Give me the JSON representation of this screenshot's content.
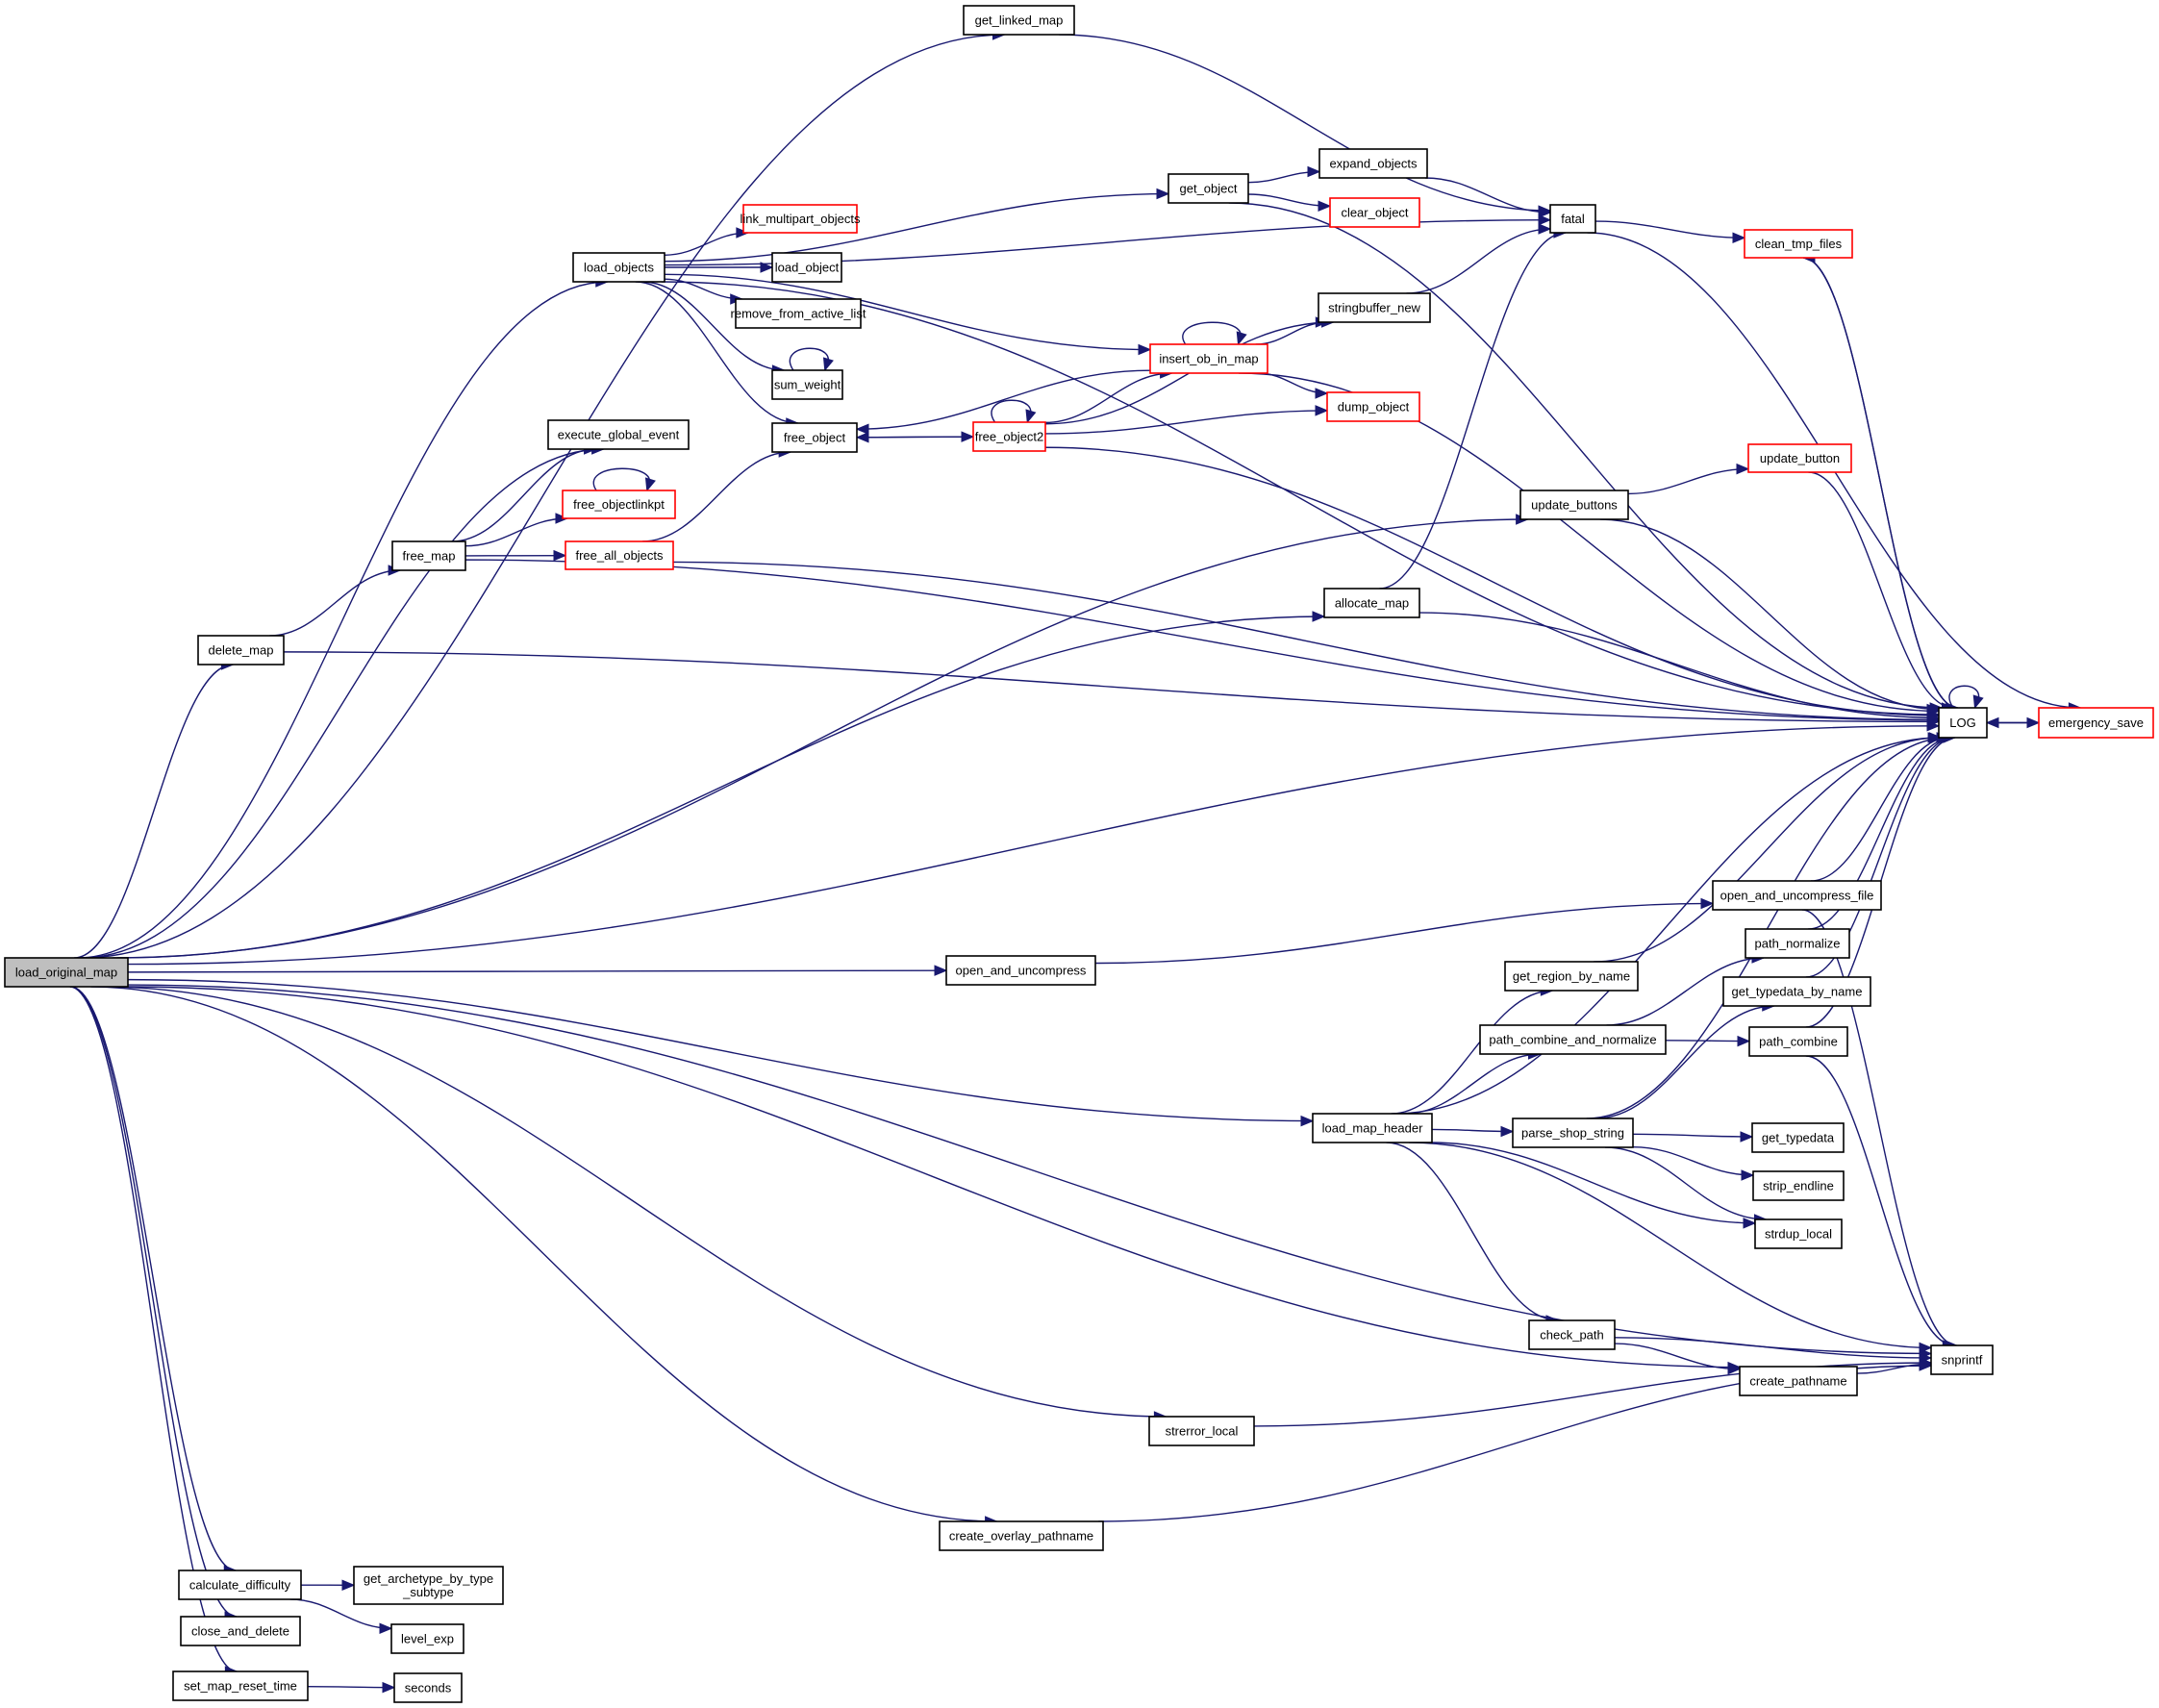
{
  "title": "load_original_map call graph",
  "colors": {
    "edge": "#191970",
    "node_border": "#000000",
    "truncated_border": "#ff0000",
    "root_fill": "#bfbfbf"
  },
  "nodes": [
    {
      "id": "load_original_map",
      "label": "load_original_map",
      "kind": "root"
    },
    {
      "id": "get_linked_map",
      "label": "get_linked_map",
      "kind": "normal"
    },
    {
      "id": "load_objects",
      "label": "load_objects",
      "kind": "normal"
    },
    {
      "id": "link_multipart_objects",
      "label": "link_multipart_objects",
      "kind": "truncated"
    },
    {
      "id": "load_object",
      "label": "load_object",
      "kind": "normal"
    },
    {
      "id": "remove_from_active_list",
      "label": "remove_from_active_list",
      "kind": "normal"
    },
    {
      "id": "sum_weight",
      "label": "sum_weight",
      "kind": "normal"
    },
    {
      "id": "free_object",
      "label": "free_object",
      "kind": "normal"
    },
    {
      "id": "free_object2",
      "label": "free_object2",
      "kind": "truncated"
    },
    {
      "id": "execute_global_event",
      "label": "execute_global_event",
      "kind": "normal"
    },
    {
      "id": "free_objectlinkpt",
      "label": "free_objectlinkpt",
      "kind": "truncated"
    },
    {
      "id": "free_map",
      "label": "free_map",
      "kind": "normal"
    },
    {
      "id": "free_all_objects",
      "label": "free_all_objects",
      "kind": "truncated"
    },
    {
      "id": "delete_map",
      "label": "delete_map",
      "kind": "normal"
    },
    {
      "id": "get_object",
      "label": "get_object",
      "kind": "normal"
    },
    {
      "id": "expand_objects",
      "label": "expand_objects",
      "kind": "normal"
    },
    {
      "id": "clear_object",
      "label": "clear_object",
      "kind": "truncated"
    },
    {
      "id": "fatal",
      "label": "fatal",
      "kind": "normal"
    },
    {
      "id": "stringbuffer_new",
      "label": "stringbuffer_new",
      "kind": "normal"
    },
    {
      "id": "insert_ob_in_map",
      "label": "insert_ob_in_map",
      "kind": "truncated"
    },
    {
      "id": "dump_object",
      "label": "dump_object",
      "kind": "truncated"
    },
    {
      "id": "clean_tmp_files",
      "label": "clean_tmp_files",
      "kind": "truncated"
    },
    {
      "id": "update_button",
      "label": "update_button",
      "kind": "truncated"
    },
    {
      "id": "update_buttons",
      "label": "update_buttons",
      "kind": "normal"
    },
    {
      "id": "allocate_map",
      "label": "allocate_map",
      "kind": "normal"
    },
    {
      "id": "LOG",
      "label": "LOG",
      "kind": "normal"
    },
    {
      "id": "emergency_save",
      "label": "emergency_save",
      "kind": "truncated"
    },
    {
      "id": "open_and_uncompress",
      "label": "open_and_uncompress",
      "kind": "normal"
    },
    {
      "id": "open_and_uncompress_file",
      "label": "open_and_uncompress_file",
      "kind": "normal"
    },
    {
      "id": "path_normalize",
      "label": "path_normalize",
      "kind": "normal"
    },
    {
      "id": "get_region_by_name",
      "label": "get_region_by_name",
      "kind": "normal"
    },
    {
      "id": "get_typedata_by_name",
      "label": "get_typedata_by_name",
      "kind": "normal"
    },
    {
      "id": "path_combine_and_normalize",
      "label": "path_combine_and_normalize",
      "kind": "normal"
    },
    {
      "id": "path_combine",
      "label": "path_combine",
      "kind": "normal"
    },
    {
      "id": "load_map_header",
      "label": "load_map_header",
      "kind": "normal"
    },
    {
      "id": "parse_shop_string",
      "label": "parse_shop_string",
      "kind": "normal"
    },
    {
      "id": "get_typedata",
      "label": "get_typedata",
      "kind": "normal"
    },
    {
      "id": "strip_endline",
      "label": "strip_endline",
      "kind": "normal"
    },
    {
      "id": "strdup_local",
      "label": "strdup_local",
      "kind": "normal"
    },
    {
      "id": "check_path",
      "label": "check_path",
      "kind": "normal"
    },
    {
      "id": "create_pathname",
      "label": "create_pathname",
      "kind": "normal"
    },
    {
      "id": "snprintf",
      "label": "snprintf",
      "kind": "normal"
    },
    {
      "id": "strerror_local",
      "label": "strerror_local",
      "kind": "normal"
    },
    {
      "id": "create_overlay_pathname",
      "label": "create_overlay_pathname",
      "kind": "normal"
    },
    {
      "id": "calculate_difficulty",
      "label": "calculate_difficulty",
      "kind": "normal"
    },
    {
      "id": "get_archetype_by_type_subtype",
      "label": "get_archetype_by_type\n_subtype",
      "kind": "normal"
    },
    {
      "id": "close_and_delete",
      "label": "close_and_delete",
      "kind": "normal"
    },
    {
      "id": "level_exp",
      "label": "level_exp",
      "kind": "normal"
    },
    {
      "id": "set_map_reset_time",
      "label": "set_map_reset_time",
      "kind": "normal"
    },
    {
      "id": "seconds",
      "label": "seconds",
      "kind": "normal"
    }
  ],
  "edges": [
    [
      "load_original_map",
      "get_linked_map"
    ],
    [
      "load_original_map",
      "load_objects"
    ],
    [
      "load_original_map",
      "execute_global_event"
    ],
    [
      "load_original_map",
      "update_buttons"
    ],
    [
      "load_original_map",
      "delete_map"
    ],
    [
      "load_original_map",
      "allocate_map"
    ],
    [
      "load_original_map",
      "LOG"
    ],
    [
      "load_original_map",
      "open_and_uncompress"
    ],
    [
      "load_original_map",
      "load_map_header"
    ],
    [
      "load_original_map",
      "create_pathname"
    ],
    [
      "load_original_map",
      "strerror_local"
    ],
    [
      "load_original_map",
      "snprintf"
    ],
    [
      "load_original_map",
      "create_overlay_pathname"
    ],
    [
      "load_original_map",
      "calculate_difficulty"
    ],
    [
      "load_original_map",
      "close_and_delete"
    ],
    [
      "load_original_map",
      "set_map_reset_time"
    ],
    [
      "get_linked_map",
      "fatal"
    ],
    [
      "load_objects",
      "LOG"
    ],
    [
      "load_objects",
      "fatal"
    ],
    [
      "load_objects",
      "get_object"
    ],
    [
      "load_objects",
      "insert_ob_in_map"
    ],
    [
      "load_objects",
      "link_multipart_objects"
    ],
    [
      "load_objects",
      "load_object"
    ],
    [
      "load_objects",
      "remove_from_active_list"
    ],
    [
      "load_objects",
      "sum_weight"
    ],
    [
      "load_objects",
      "free_object"
    ],
    [
      "sum_weight",
      "sum_weight"
    ],
    [
      "free_object",
      "free_object2"
    ],
    [
      "free_object2",
      "free_object"
    ],
    [
      "free_object2",
      "free_object2"
    ],
    [
      "free_object2",
      "stringbuffer_new"
    ],
    [
      "free_object2",
      "insert_ob_in_map"
    ],
    [
      "free_object2",
      "dump_object"
    ],
    [
      "free_object2",
      "LOG"
    ],
    [
      "insert_ob_in_map",
      "insert_ob_in_map"
    ],
    [
      "insert_ob_in_map",
      "free_object"
    ],
    [
      "insert_ob_in_map",
      "stringbuffer_new"
    ],
    [
      "insert_ob_in_map",
      "dump_object"
    ],
    [
      "insert_ob_in_map",
      "LOG"
    ],
    [
      "get_object",
      "expand_objects"
    ],
    [
      "get_object",
      "clear_object"
    ],
    [
      "get_object",
      "LOG"
    ],
    [
      "expand_objects",
      "fatal"
    ],
    [
      "stringbuffer_new",
      "fatal"
    ],
    [
      "fatal",
      "clean_tmp_files"
    ],
    [
      "fatal",
      "emergency_save"
    ],
    [
      "clean_tmp_files",
      "LOG"
    ],
    [
      "LOG",
      "clean_tmp_files"
    ],
    [
      "LOG",
      "LOG"
    ],
    [
      "LOG",
      "emergency_save"
    ],
    [
      "emergency_save",
      "LOG"
    ],
    [
      "free_map",
      "execute_global_event"
    ],
    [
      "free_map",
      "free_objectlinkpt"
    ],
    [
      "free_map",
      "free_all_objects"
    ],
    [
      "free_map",
      "LOG"
    ],
    [
      "free_objectlinkpt",
      "free_objectlinkpt"
    ],
    [
      "free_all_objects",
      "free_object"
    ],
    [
      "free_all_objects",
      "LOG"
    ],
    [
      "delete_map",
      "free_map"
    ],
    [
      "delete_map",
      "LOG"
    ],
    [
      "update_buttons",
      "update_button"
    ],
    [
      "update_buttons",
      "LOG"
    ],
    [
      "update_button",
      "LOG"
    ],
    [
      "allocate_map",
      "fatal"
    ],
    [
      "allocate_map",
      "LOG"
    ],
    [
      "open_and_uncompress",
      "open_and_uncompress_file"
    ],
    [
      "open_and_uncompress_file",
      "LOG"
    ],
    [
      "open_and_uncompress_file",
      "snprintf"
    ],
    [
      "load_map_header",
      "LOG"
    ],
    [
      "load_map_header",
      "get_region_by_name"
    ],
    [
      "load_map_header",
      "path_combine_and_normalize"
    ],
    [
      "load_map_header",
      "parse_shop_string"
    ],
    [
      "load_map_header",
      "strdup_local"
    ],
    [
      "load_map_header",
      "snprintf"
    ],
    [
      "load_map_header",
      "check_path"
    ],
    [
      "get_region_by_name",
      "LOG"
    ],
    [
      "path_combine_and_normalize",
      "path_normalize"
    ],
    [
      "path_combine_and_normalize",
      "path_combine"
    ],
    [
      "path_normalize",
      "LOG"
    ],
    [
      "path_combine",
      "LOG"
    ],
    [
      "path_combine",
      "snprintf"
    ],
    [
      "get_typedata_by_name",
      "LOG"
    ],
    [
      "parse_shop_string",
      "get_typedata_by_name"
    ],
    [
      "parse_shop_string",
      "LOG"
    ],
    [
      "parse_shop_string",
      "get_typedata"
    ],
    [
      "parse_shop_string",
      "strip_endline"
    ],
    [
      "parse_shop_string",
      "strdup_local"
    ],
    [
      "check_path",
      "snprintf"
    ],
    [
      "check_path",
      "create_pathname"
    ],
    [
      "create_pathname",
      "snprintf"
    ],
    [
      "strerror_local",
      "snprintf"
    ],
    [
      "create_overlay_pathname",
      "snprintf"
    ],
    [
      "calculate_difficulty",
      "get_archetype_by_type_subtype"
    ],
    [
      "calculate_difficulty",
      "level_exp"
    ],
    [
      "set_map_reset_time",
      "seconds"
    ]
  ]
}
